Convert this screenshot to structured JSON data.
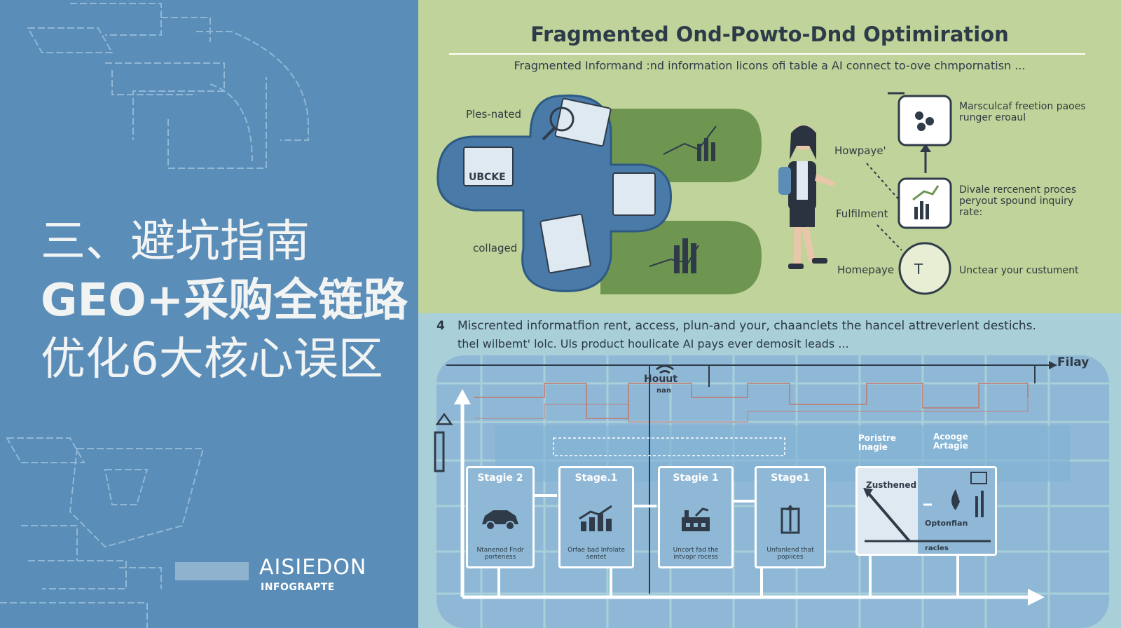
{
  "left": {
    "headline": [
      "三、避坑指南",
      "GEO+采购全链路",
      "优化6大核心误区"
    ],
    "brand_name": "AISIEDON",
    "brand_sub": "INFOGRAPTE"
  },
  "infographic": {
    "title": "Fragmented Ond-Powto-Dnd Optimiration",
    "subtitle": "Fragmented Informand :nd information licons ofi table a AI connect to-ove chmpornatisn ...",
    "labels": {
      "pies_nated": "Ples-nated",
      "collaged": "collaged",
      "ubcke": "UBCKE",
      "howpaye": "Howpaye'",
      "fulfilment": "Fulfilment",
      "homepaye": "Homepaye"
    },
    "notes": [
      "Marsculcaf freetion paoes runger eroaul",
      "Divale rercenent proces peryout spound inquiry rate:",
      "Unctear your custument"
    ]
  },
  "band": {
    "number": "4",
    "line1": "Miscrented informatfion rent, access, plun-and your, chaanclets the hancel attreverlent destichs.",
    "line2": "thel wilbemt' lolc. Uls product houlicate AI pays ever demosit leads ..."
  },
  "flow": {
    "end_label": "Filay",
    "hub_label": "Houut",
    "hub_sub": "nan",
    "top_labels": [
      "Poristre Inagie",
      "Acooge Artagie"
    ],
    "stages": [
      {
        "title": "Stagie 2",
        "caption": "Ntanenod Fndr porteness"
      },
      {
        "title": "Stage.1",
        "caption": "Orfae bad Infolate sentet"
      },
      {
        "title": "Stagie 1",
        "caption": "Uncort fad the intvopr rocess"
      },
      {
        "title": "Stage1",
        "caption": "Unfanlend that popiices"
      }
    ],
    "panel": {
      "label_a": "Zusthened",
      "label_b": "Optonfian",
      "label_c": "racles"
    }
  },
  "colors": {
    "left_bg": "#5a8db7",
    "top_bg": "#c0d39a",
    "bottom_bg": "#a9cfd9",
    "dark_blue": "#4a7aa8",
    "green": "#6e9651"
  }
}
